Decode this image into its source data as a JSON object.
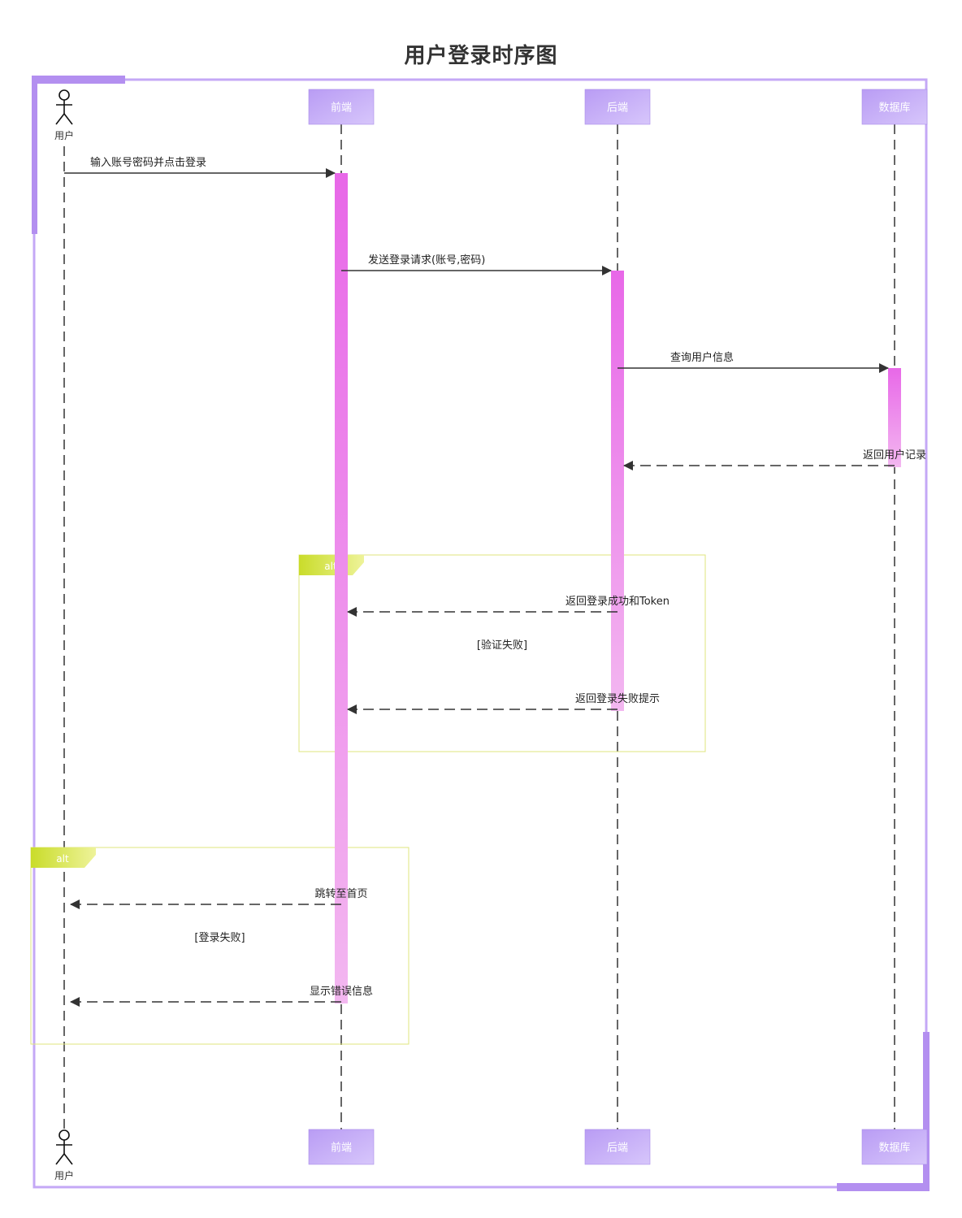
{
  "title": "用户登录时序图",
  "colors": {
    "frame": "#c4a8f6",
    "participant_top": "#b99cf4",
    "participant_bottom": "#d7c6fb",
    "activation_top": "#e868e8",
    "activation_bottom": "#f3b7f0",
    "alt_border": "#dfe67e",
    "alt_tag": "#c9dc2a",
    "message": "#333333"
  },
  "participants": [
    {
      "id": "user",
      "kind": "actor",
      "label": "用户"
    },
    {
      "id": "frontend",
      "kind": "box",
      "label": "前端"
    },
    {
      "id": "backend",
      "kind": "box",
      "label": "后端"
    },
    {
      "id": "database",
      "kind": "box",
      "label": "数据库"
    }
  ],
  "messages": [
    {
      "from": "user",
      "to": "frontend",
      "style": "solid",
      "text": "输入账号密码并点击登录"
    },
    {
      "from": "frontend",
      "to": "backend",
      "style": "solid",
      "text": "发送登录请求(账号,密码)"
    },
    {
      "from": "backend",
      "to": "database",
      "style": "solid",
      "text": "查询用户信息"
    },
    {
      "from": "database",
      "to": "backend",
      "style": "dashed",
      "text": "返回用户记录"
    },
    {
      "from": "backend",
      "to": "frontend",
      "style": "dashed",
      "text": "返回登录成功和Token"
    },
    {
      "from": "backend",
      "to": "frontend",
      "style": "dashed",
      "text": "返回登录失败提示"
    },
    {
      "from": "frontend",
      "to": "user",
      "style": "dashed",
      "text": "跳转至首页"
    },
    {
      "from": "frontend",
      "to": "user",
      "style": "dashed",
      "text": "显示错误信息"
    }
  ],
  "fragments": [
    {
      "tag": "alt",
      "guard": "[验证失败]"
    },
    {
      "tag": "alt",
      "guard": "[登录失败]"
    }
  ]
}
